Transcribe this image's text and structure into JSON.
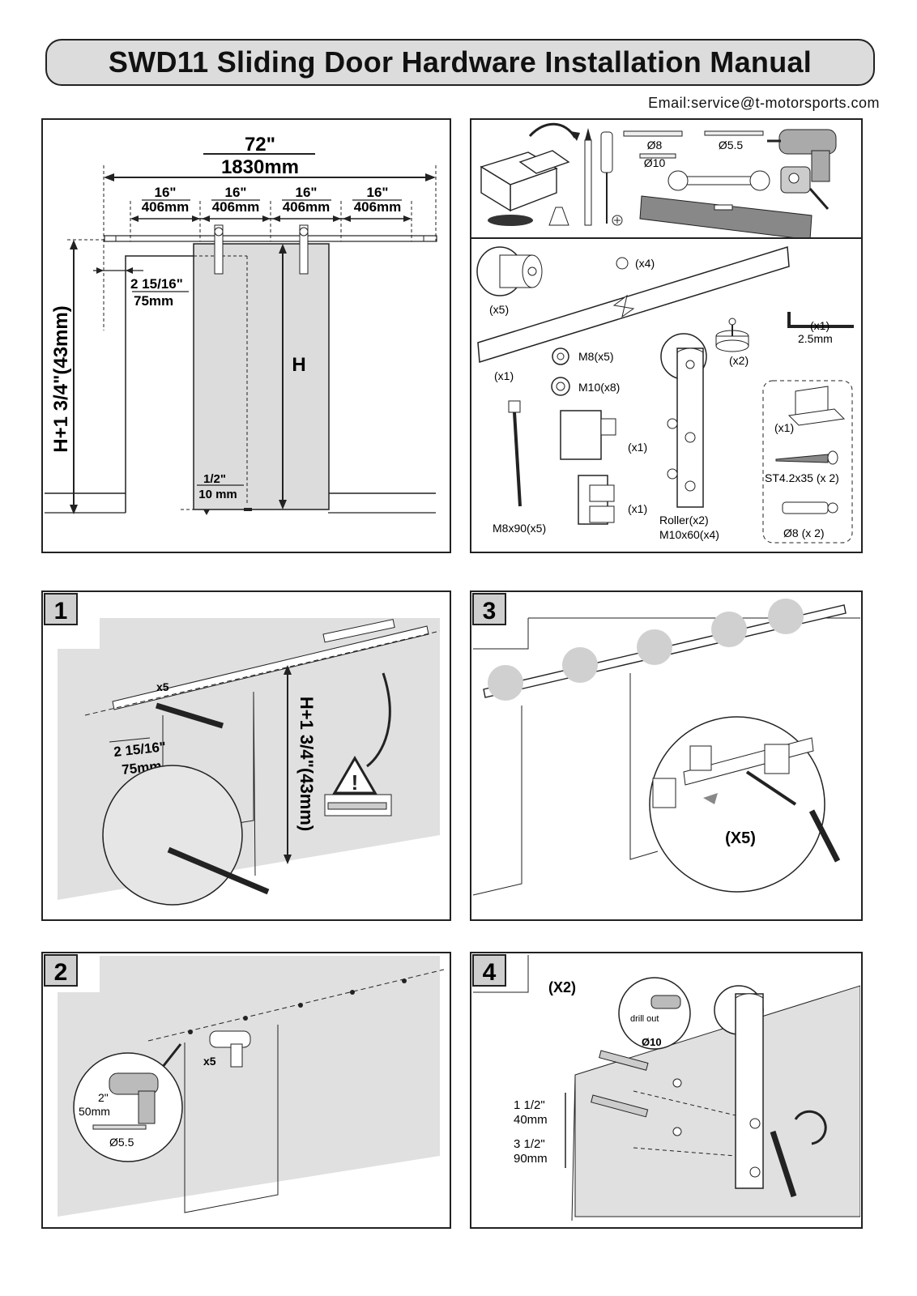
{
  "header": {
    "title": "SWD11 Sliding Door Hardware Installation Manual",
    "email": "Email:service@t-motorsports.com"
  },
  "dimensions": {
    "total_in": "72\"",
    "total_mm": "1830mm",
    "segments": [
      {
        "inch": "16\"",
        "mm": "406mm"
      },
      {
        "inch": "16\"",
        "mm": "406mm"
      },
      {
        "inch": "16\"",
        "mm": "406mm"
      },
      {
        "inch": "16\"",
        "mm": "406mm"
      }
    ],
    "offset_in": "2 15/16\"",
    "offset_mm": "75mm",
    "height_label": "H+1 3/4\"(43mm)",
    "door_height": "H",
    "gap_in": "1/2\"",
    "gap_mm": "10 mm"
  },
  "tools": {
    "drill_bits": [
      "Ø8",
      "Ø5.5",
      "Ø10"
    ]
  },
  "parts": {
    "stopper_qty": "(x5)",
    "cap_qty": "(x4)",
    "rail_qty": "(x1)",
    "washer_m8": "M8(x5)",
    "washer_m10": "M10(x8)",
    "floor_stop_qty": "(x2)",
    "hex_key_qty": "(x1)",
    "hex_key_size": "2.5mm",
    "lag_bolt": "M8x90(x5)",
    "anti_jump_1_qty": "(x1)",
    "anti_jump_2_qty": "(x1)",
    "roller_label": "Roller(x2)",
    "roller_bolt": "M10x60(x4)",
    "guide_qty": "(x1)",
    "screw_label": "ST4.2x35 (x 2)",
    "anchor_label": "Ø8 (x 2)"
  },
  "steps": [
    {
      "number": "1",
      "count": "x5",
      "offset_in": "2 15/16\"",
      "offset_mm": "75mm",
      "height_label": "H+1 3/4\"(43mm)"
    },
    {
      "number": "2",
      "count": "x5",
      "depth_in": "2\"",
      "depth_mm": "50mm",
      "bit": "Ø5.5"
    },
    {
      "number": "3",
      "repeat": "(X5)"
    },
    {
      "number": "4",
      "repeat": "(X2)",
      "drill_note": "drill out",
      "bit": "Ø10",
      "spacing1_in": "1 1/2\"",
      "spacing1_mm": "40mm",
      "spacing2_in": "3 1/2\"",
      "spacing2_mm": "90mm"
    }
  ]
}
